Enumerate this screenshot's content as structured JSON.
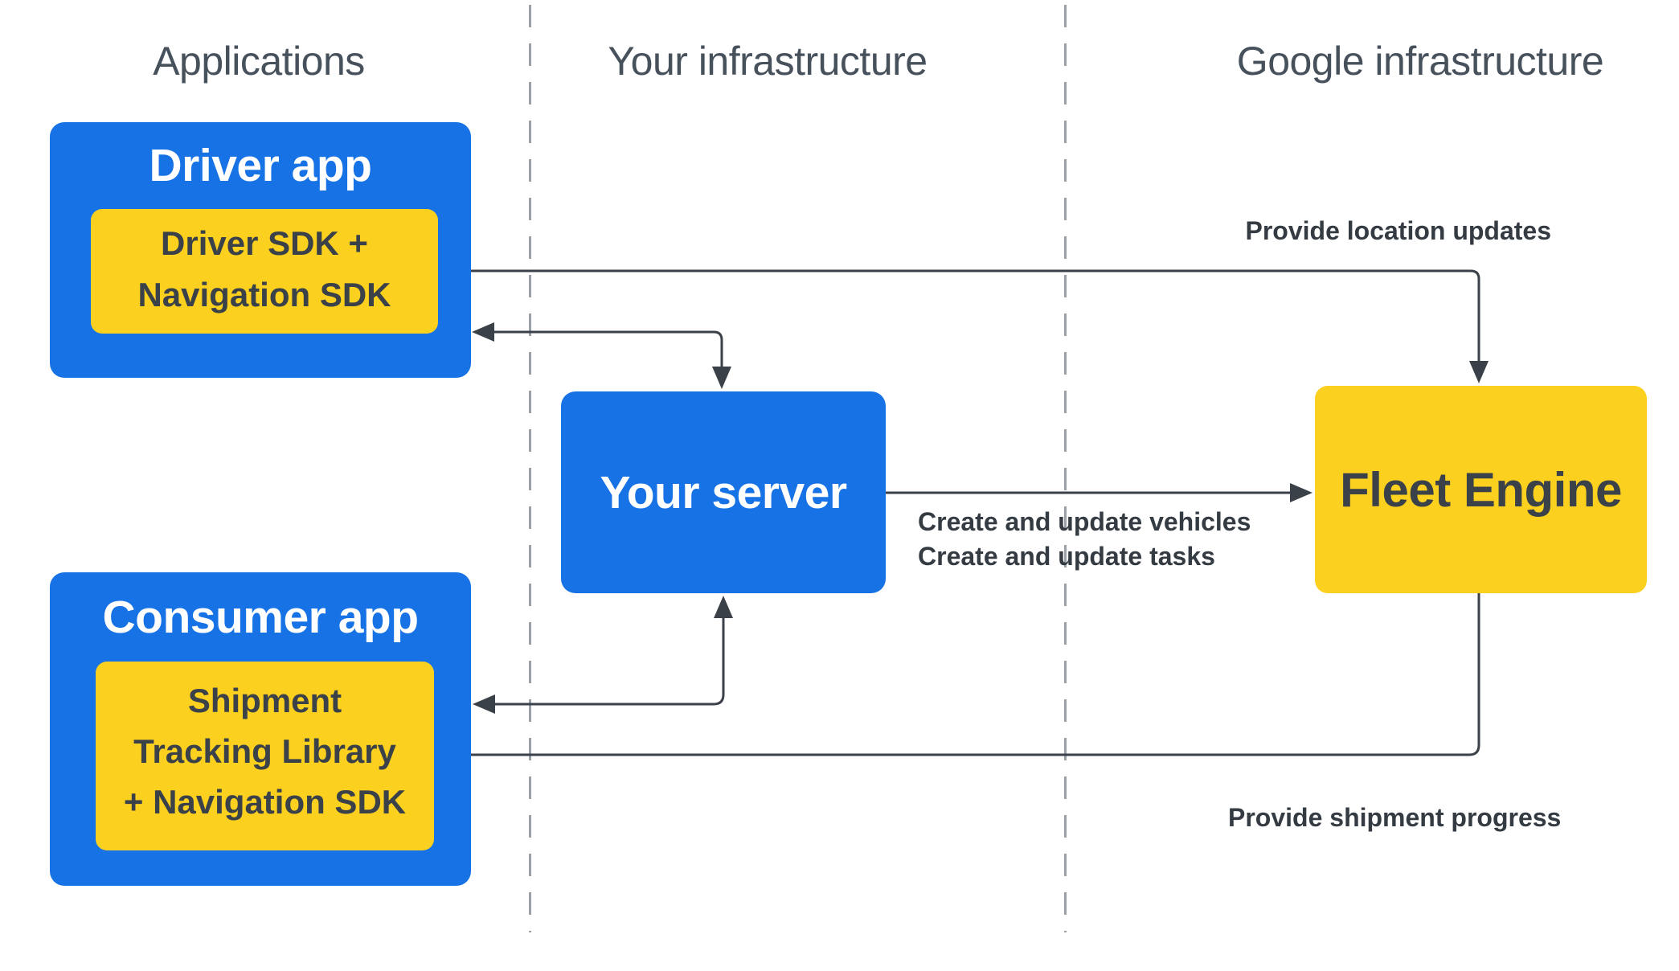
{
  "diagram": {
    "columns": [
      {
        "id": "applications",
        "label": "Applications"
      },
      {
        "id": "your-infrastructure",
        "label": "Your infrastructure"
      },
      {
        "id": "google-infrastructure",
        "label": "Google infrastructure"
      }
    ],
    "nodes": {
      "driver_app": {
        "title": "Driver app",
        "sdk_lines": [
          "Driver SDK +",
          "Navigation SDK"
        ]
      },
      "consumer_app": {
        "title": "Consumer app",
        "sdk_lines": [
          "Shipment",
          "Tracking Library",
          "+ Navigation SDK"
        ]
      },
      "your_server": {
        "title": "Your server"
      },
      "fleet_engine": {
        "title": "Fleet Engine"
      }
    },
    "edge_labels": {
      "location_updates": "Provide location updates",
      "create_update_lines": [
        "Create and update vehicles",
        "Create and update tasks"
      ],
      "shipment_progress": "Provide shipment progress"
    },
    "theme": {
      "blue": "#1772E5",
      "yellow": "#FCD01E",
      "arrow_ink": "#3A4149",
      "label_ink": "#353B42",
      "header_ink": "#47515C",
      "divider_gray": "#9BA1A8",
      "background": "#FFFFFF"
    }
  }
}
